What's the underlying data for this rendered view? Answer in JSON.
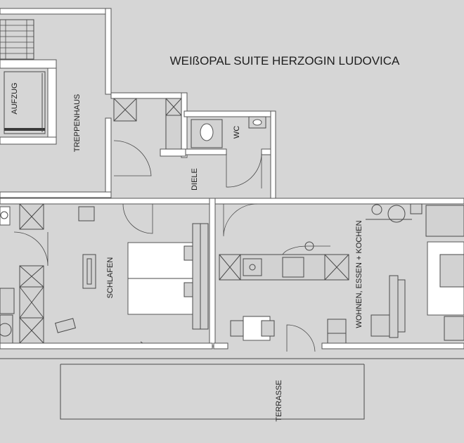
{
  "plan": {
    "title": "WEIßOPAL SUITE  HERZOGIN LUDOVICA",
    "rooms": {
      "aufzug": "AUFZUG",
      "treppenhaus": "TREPPENHAUS",
      "wc": "WC",
      "diele": "DIELE",
      "schlafen": "SCHLAFEN",
      "wohnen": "WOHNEN, ESSEN + KOCHEN",
      "terrasse": "TERRASSE"
    }
  }
}
